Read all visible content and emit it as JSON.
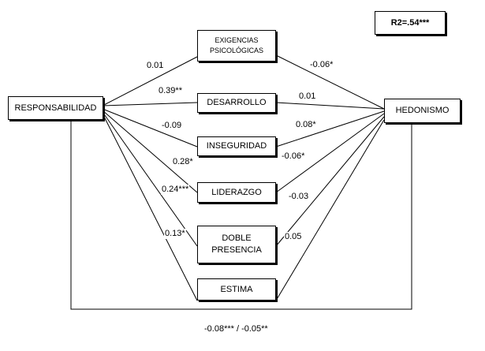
{
  "r2": "R2=.54***",
  "nodes": {
    "responsabilidad": "RESPONSABILIDAD",
    "hedonismo": "HEDONISMO",
    "exigencias_line1": "EXIGENCIAS",
    "exigencias_line2": "PSICOLÓGICAS",
    "desarrollo": "DESARROLLO",
    "inseguridad": "INSEGURIDAD",
    "liderazgo": "LIDERAZGO",
    "doble_line1": "DOBLE",
    "doble_line2": "PRESENCIA",
    "estima": "ESTIMA"
  },
  "paths_a": {
    "exigencias": "0.01",
    "desarrollo": "0.39**",
    "inseguridad": "-0.09",
    "liderazgo_28": "0.28*",
    "liderazgo_24": "0.24***",
    "doble": "0.13*"
  },
  "paths_b": {
    "exigencias": "-0.06*",
    "desarrollo": "0.01",
    "inseguridad": "0.08*",
    "liderazgo": "-0.06*",
    "doble": "-0.03",
    "estima": "0.05"
  },
  "direct_effect": "-0.08*** / -0.05**"
}
